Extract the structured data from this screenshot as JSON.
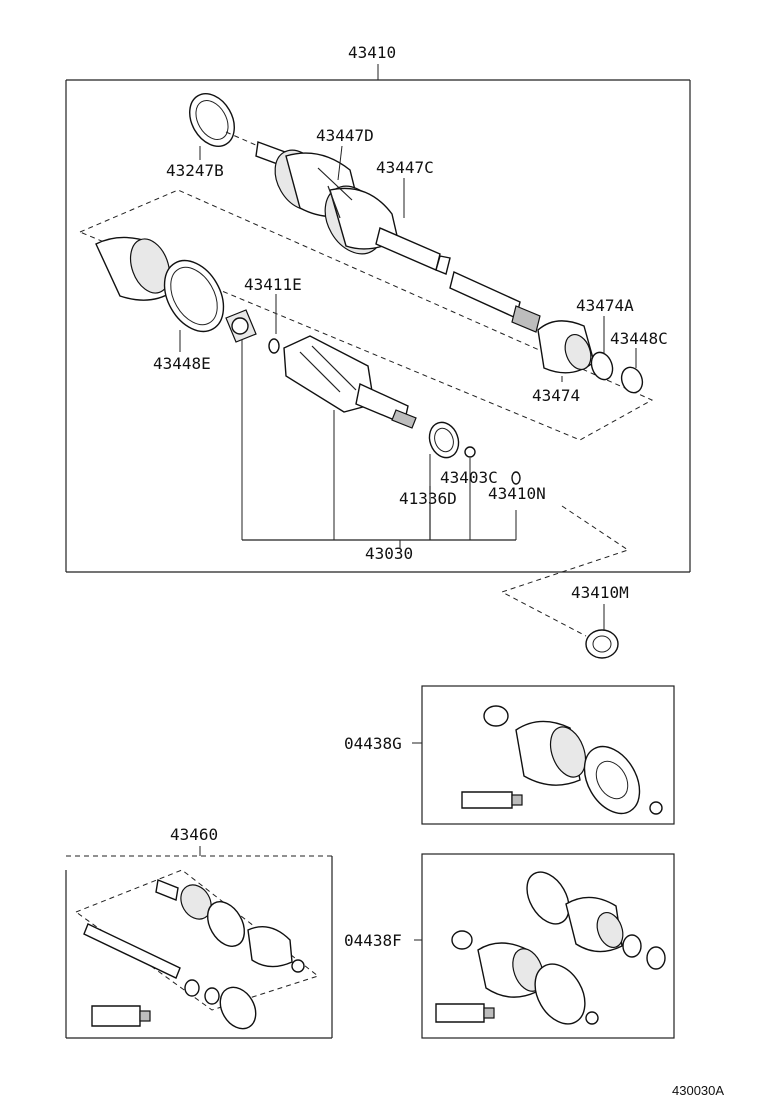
{
  "labels": {
    "assembly_main": "43410",
    "p43247B": "43247B",
    "p43447D": "43447D",
    "p43447C": "43447C",
    "p43411E": "43411E",
    "p43448E": "43448E",
    "p43474A": "43474A",
    "p43448C": "43448C",
    "p43474": "43474",
    "p43403C": "43403C",
    "p41336D": "41336D",
    "p43410N": "43410N",
    "p43030": "43030",
    "p43410M": "43410M",
    "kit_inboard": "04438G",
    "assembly_second": "43460",
    "kit_outboard": "04438F",
    "figure_code": "430030A"
  }
}
